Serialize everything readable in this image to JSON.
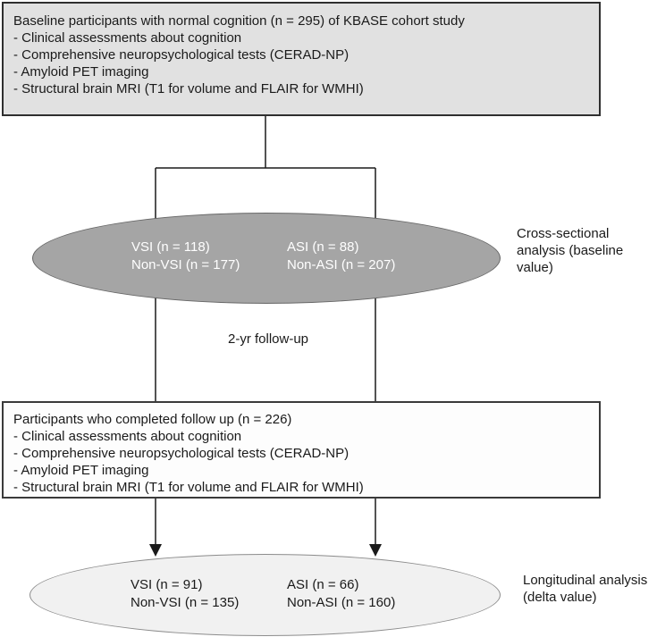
{
  "diagram": {
    "baseline_box": {
      "title": "Baseline participants with normal cognition (n = 295) of KBASE cohort study",
      "items": [
        "- Clinical assessments about cognition",
        "- Comprehensive neuropsychological tests (CERAD-NP)",
        "- Amyloid PET imaging",
        "- Structural brain MRI (T1 for volume and FLAIR for WMHI)"
      ]
    },
    "baseline_ellipse": {
      "col1": [
        "VSI (n = 118)",
        "Non-VSI (n = 177)"
      ],
      "col2": [
        "ASI (n = 88)",
        "Non-ASI (n = 207)"
      ]
    },
    "cross_sectional_label": {
      "lines": [
        "Cross-sectional",
        "analysis (baseline",
        "value)"
      ]
    },
    "followup_interval": "2-yr follow-up",
    "followup_box": {
      "title": "Participants who completed follow up (n = 226)",
      "items": [
        "- Clinical assessments about cognition",
        "- Comprehensive neuropsychological tests (CERAD-NP)",
        "- Amyloid PET imaging",
        "- Structural brain MRI (T1 for volume and FLAIR for WMHI)"
      ]
    },
    "longitudinal_ellipse": {
      "col1": [
        "VSI (n = 91)",
        "Non-VSI (n = 135)"
      ],
      "col2": [
        "ASI (n = 66)",
        "Non-ASI (n = 160)"
      ]
    },
    "longitudinal_label": {
      "lines": [
        "Longitudinal analysis",
        "(delta value)"
      ]
    },
    "colors": {
      "baseline_box_fill": "#e1e1e1",
      "followup_box_fill": "#fdfdfd",
      "baseline_ellipse_fill": "#a5a5a5",
      "longitudinal_ellipse_fill": "#f1f1f1",
      "connector_stroke": "#1a1a1a",
      "ellipse_text_light": "#ffffff",
      "text_dark": "#1a1a1a"
    }
  }
}
